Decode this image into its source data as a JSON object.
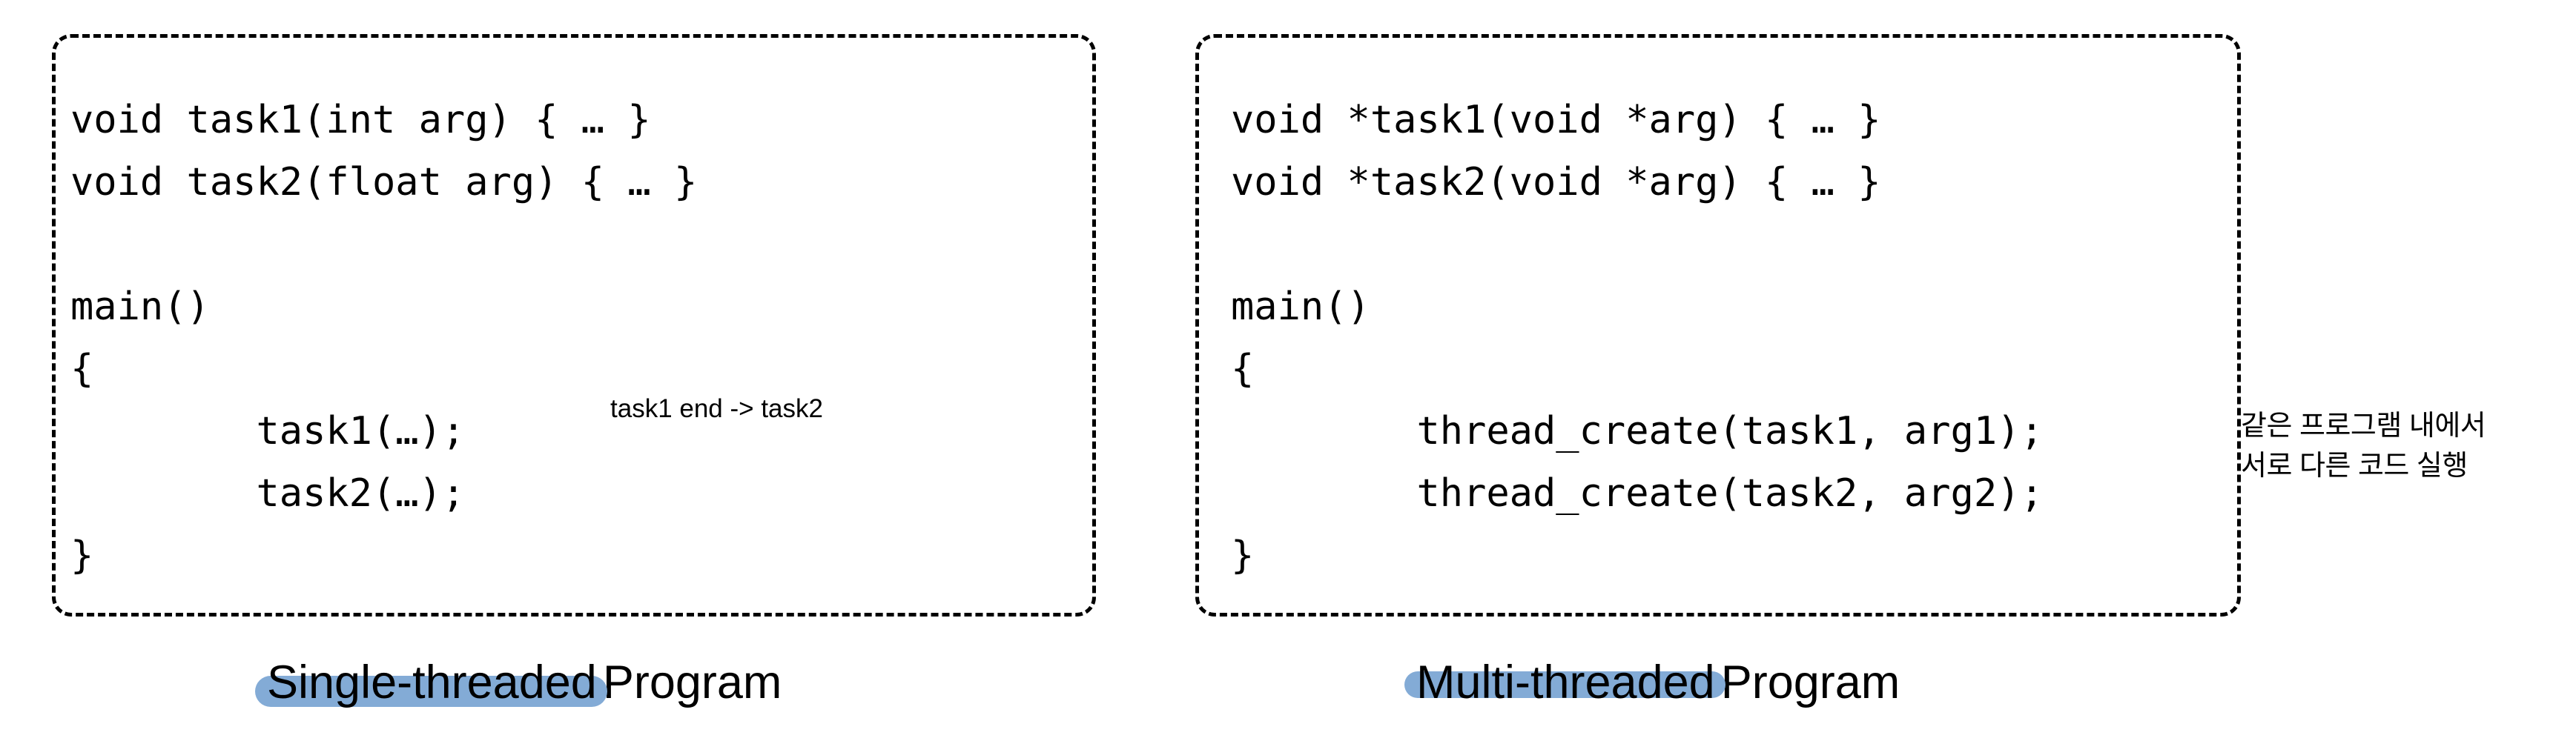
{
  "slide": {
    "background_color": "#ffffff",
    "text_color": "#000000",
    "highlight_color": "#83abd6",
    "border_color": "#000000"
  },
  "panels": [
    {
      "id": "single",
      "code": "void task1(int arg) { … }\nvoid task2(float arg) { … }\n\nmain()\n{\n        task1(…);\n        task2(…);\n}",
      "annotation": "task1 end -> task2",
      "caption_highlight": "Single-threaded",
      "caption_rest": "Program"
    },
    {
      "id": "multi",
      "code": "void *task1(void *arg) { … }\nvoid *task2(void *arg) { … }\n\nmain()\n{\n        thread_create(task1, arg1);\n        thread_create(task2, arg2);\n}",
      "annotation": "같은 프로그램 내에서\n서로 다른 코드 실행",
      "caption_highlight": "Multi-threaded",
      "caption_rest": "Program"
    }
  ]
}
